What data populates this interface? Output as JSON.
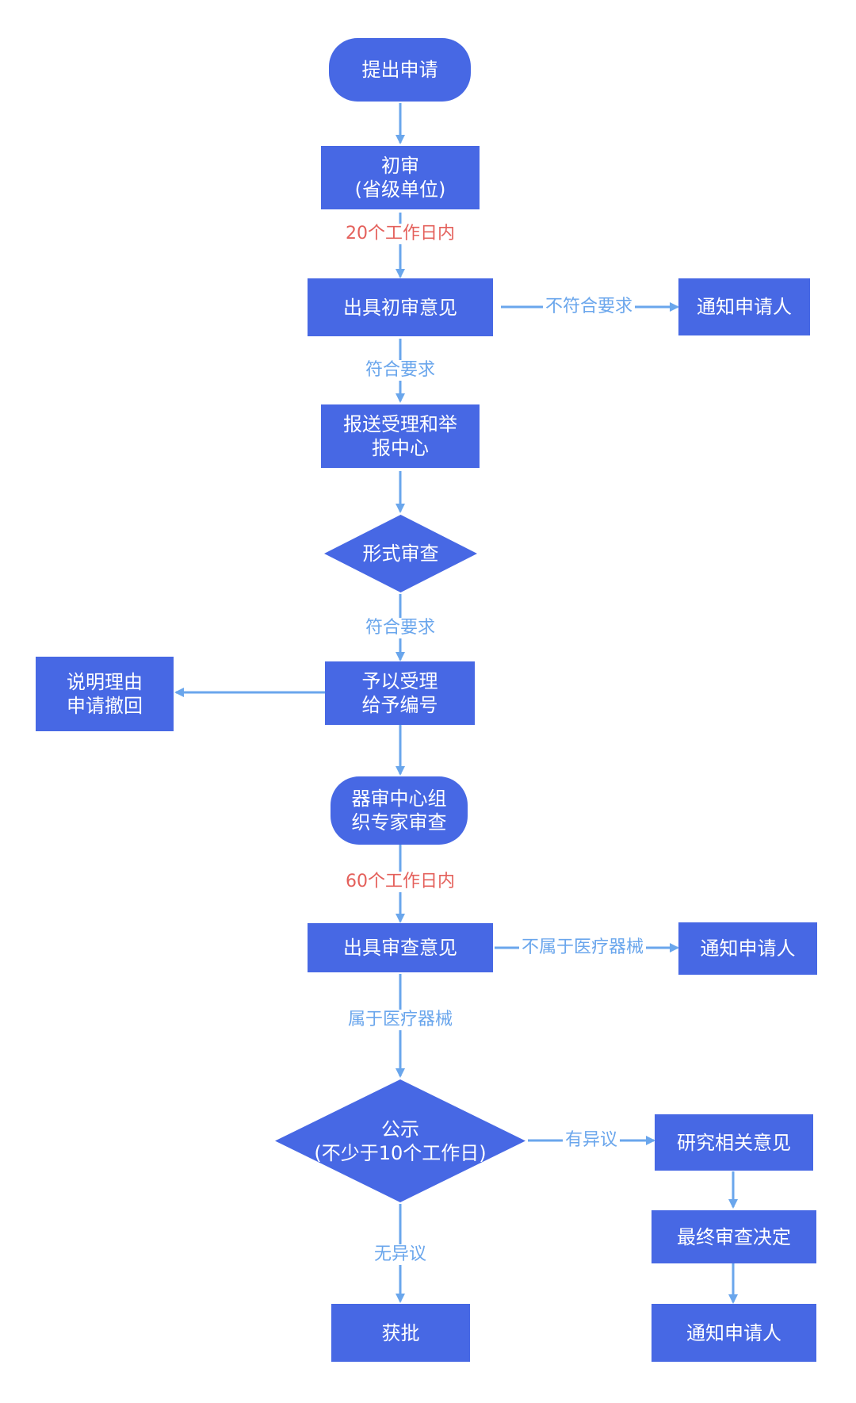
{
  "colors": {
    "node_fill": "#4768e4",
    "node_text": "#ffffff",
    "connector": "#6aa6ec",
    "condition_label": "#6aa6ec",
    "time_label": "#e4605b"
  },
  "nodes": {
    "submit": "提出申请",
    "initial_review": "初审\n(省级单位)",
    "initial_opinion": "出具初审意见",
    "notify_1": "通知申请人",
    "forward_center": "报送受理和举\n报中心",
    "formal_review": "形式审查",
    "accept": "予以受理\n给予编号",
    "withdraw": "说明理由\n申请撤回",
    "expert_review": "器审中心组\n织专家审查",
    "review_opinion": "出具审查意见",
    "notify_2": "通知申请人",
    "publicity": "公示\n(不少于10个工作日)",
    "study_opinion": "研究相关意见",
    "final_decision": "最终审查决定",
    "approved": "获批",
    "notify_3": "通知申请人"
  },
  "edge_labels": {
    "within_20_days": "20个工作日内",
    "not_compliant": "不符合要求",
    "compliant_1": "符合要求",
    "compliant_2": "符合要求",
    "within_60_days": "60个工作日内",
    "not_medical_device": "不属于医疗器械",
    "is_medical_device": "属于医疗器械",
    "has_objection": "有异议",
    "no_objection": "无异议"
  }
}
